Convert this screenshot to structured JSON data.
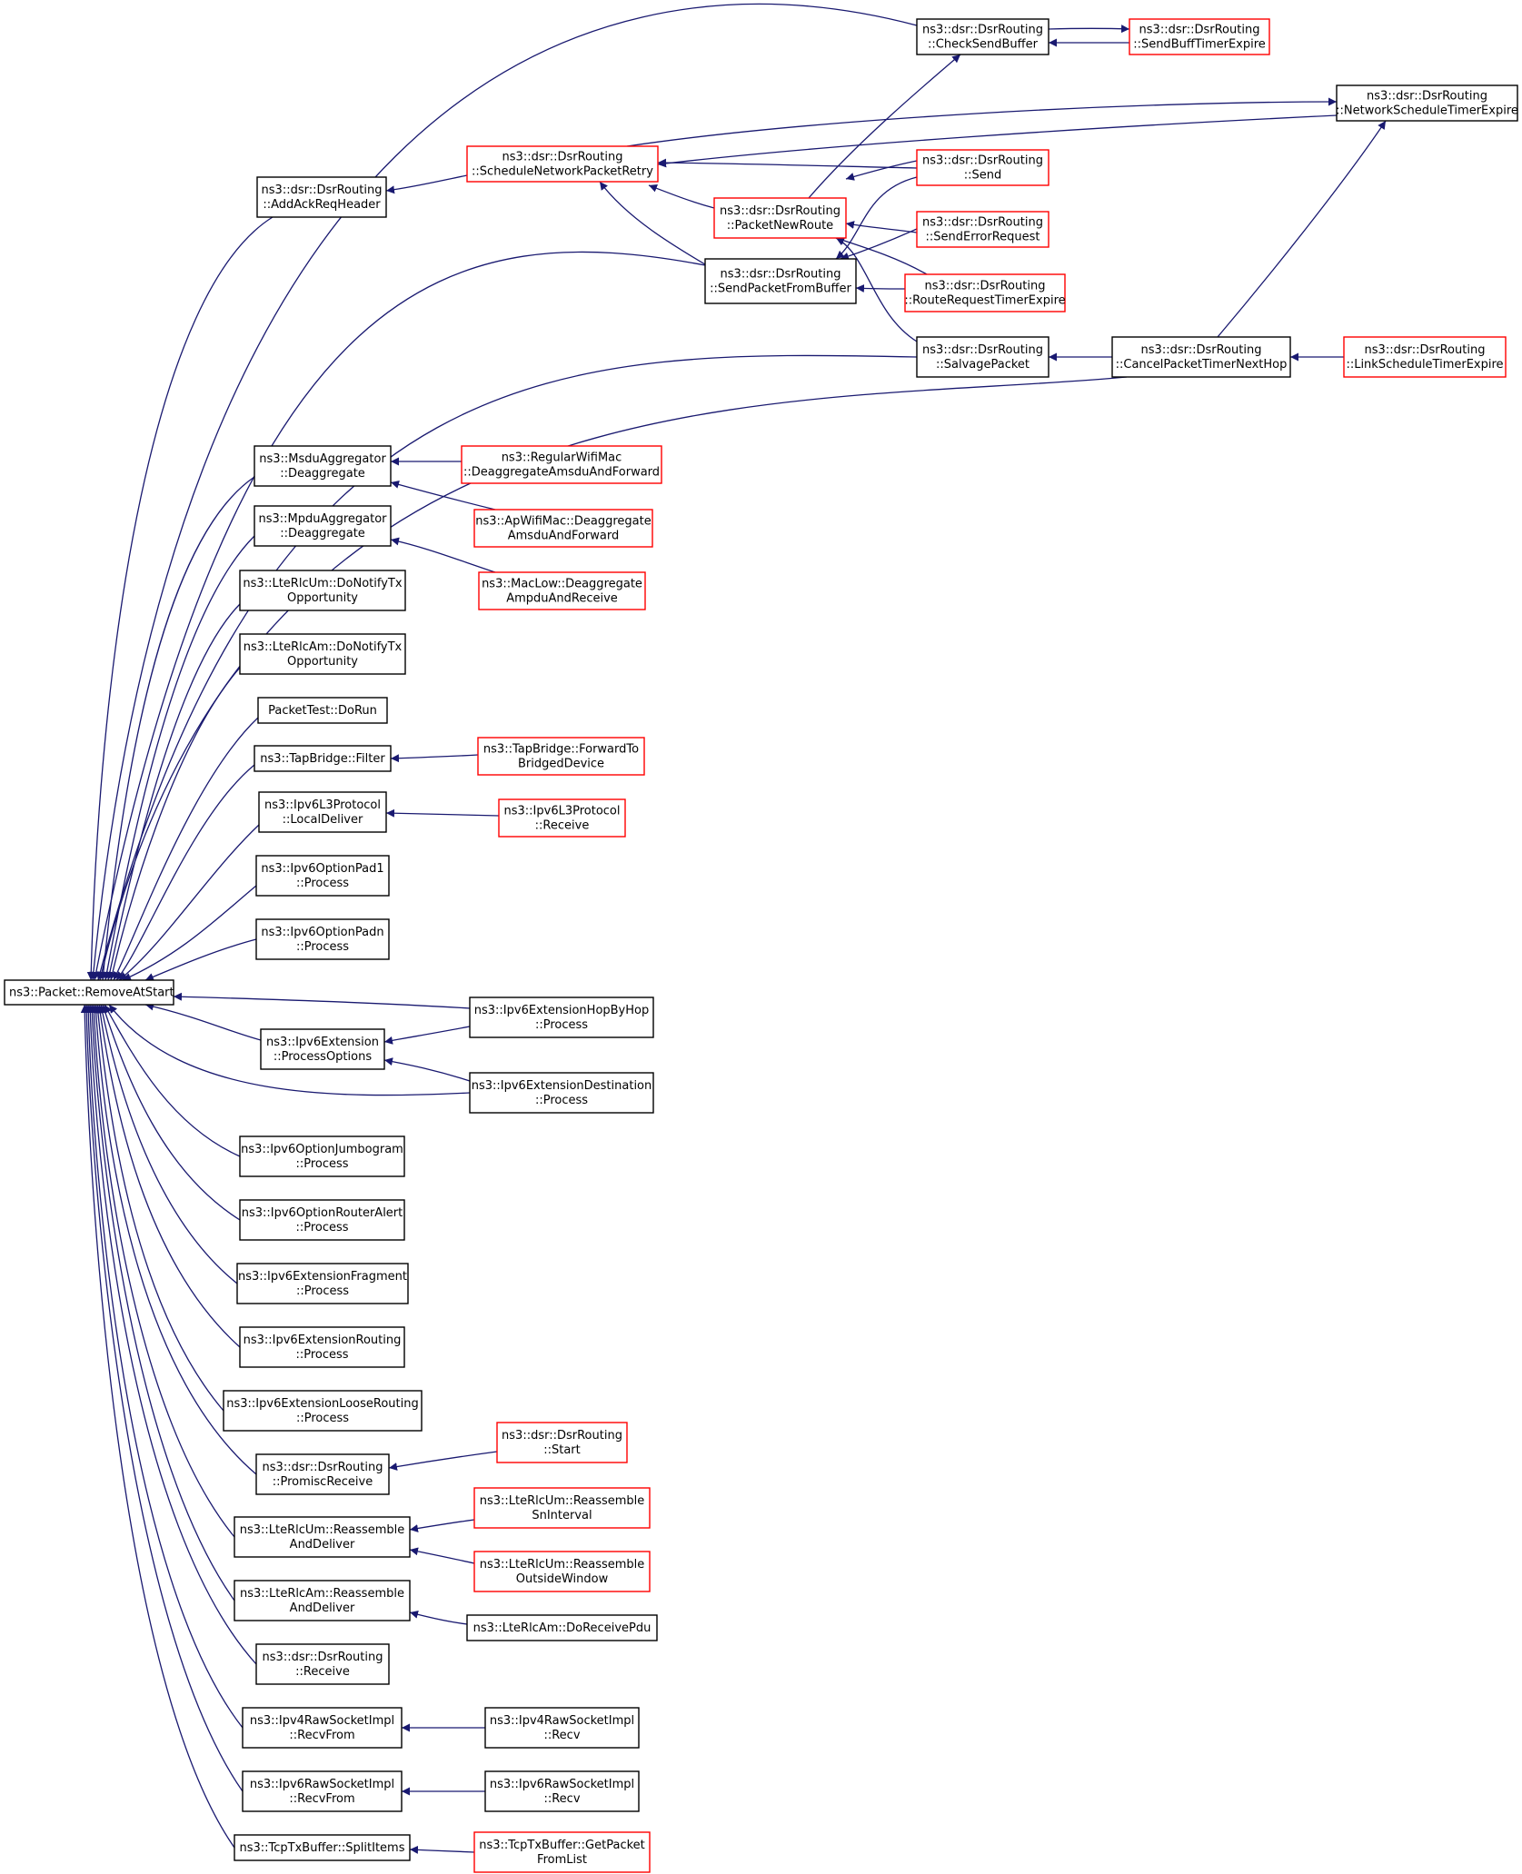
{
  "colors": {
    "edge": "#191970",
    "normal_border": "#000000",
    "link_border": "#ff0000",
    "root_fill": "#bfbfbf",
    "node_fill": "#ffffff"
  },
  "nodes": [
    {
      "id": "root",
      "lines": [
        "ns3::Packet::RemoveAtStart"
      ],
      "style": "root"
    },
    {
      "id": "csb",
      "lines": [
        "ns3::dsr::DsrRouting",
        "::CheckSendBuffer"
      ],
      "style": "normal"
    },
    {
      "id": "sbte",
      "lines": [
        "ns3::dsr::DsrRouting",
        "::SendBuffTimerExpire"
      ],
      "style": "link"
    },
    {
      "id": "nste",
      "lines": [
        "ns3::dsr::DsrRouting",
        "::NetworkScheduleTimerExpire"
      ],
      "style": "normal"
    },
    {
      "id": "aarh",
      "lines": [
        "ns3::dsr::DsrRouting",
        "::AddAckReqHeader"
      ],
      "style": "normal"
    },
    {
      "id": "snpr",
      "lines": [
        "ns3::dsr::DsrRouting",
        "::ScheduleNetworkPacketRetry"
      ],
      "style": "link"
    },
    {
      "id": "send",
      "lines": [
        "ns3::dsr::DsrRouting",
        "::Send"
      ],
      "style": "link"
    },
    {
      "id": "pnr",
      "lines": [
        "ns3::dsr::DsrRouting",
        "::PacketNewRoute"
      ],
      "style": "link"
    },
    {
      "id": "ser",
      "lines": [
        "ns3::dsr::DsrRouting",
        "::SendErrorRequest"
      ],
      "style": "link"
    },
    {
      "id": "spfb",
      "lines": [
        "ns3::dsr::DsrRouting",
        "::SendPacketFromBuffer"
      ],
      "style": "normal"
    },
    {
      "id": "rrte",
      "lines": [
        "ns3::dsr::DsrRouting",
        "::RouteRequestTimerExpire"
      ],
      "style": "link"
    },
    {
      "id": "salv",
      "lines": [
        "ns3::dsr::DsrRouting",
        "::SalvagePacket"
      ],
      "style": "normal"
    },
    {
      "id": "cptnh",
      "lines": [
        "ns3::dsr::DsrRouting",
        "::CancelPacketTimerNextHop"
      ],
      "style": "normal"
    },
    {
      "id": "lste",
      "lines": [
        "ns3::dsr::DsrRouting",
        "::LinkScheduleTimerExpire"
      ],
      "style": "link"
    },
    {
      "id": "msdu",
      "lines": [
        "ns3::MsduAggregator",
        "::Deaggregate"
      ],
      "style": "normal"
    },
    {
      "id": "rwm",
      "lines": [
        "ns3::RegularWifiMac",
        "::DeaggregateAmsduAndForward"
      ],
      "style": "link"
    },
    {
      "id": "apw",
      "lines": [
        "ns3::ApWifiMac::Deaggregate",
        "AmsduAndForward"
      ],
      "style": "link"
    },
    {
      "id": "mpdu",
      "lines": [
        "ns3::MpduAggregator",
        "::Deaggregate"
      ],
      "style": "normal"
    },
    {
      "id": "macl",
      "lines": [
        "ns3::MacLow::Deaggregate",
        "AmpduAndReceive"
      ],
      "style": "link"
    },
    {
      "id": "umtx",
      "lines": [
        "ns3::LteRlcUm::DoNotifyTx",
        "Opportunity"
      ],
      "style": "normal"
    },
    {
      "id": "amtx",
      "lines": [
        "ns3::LteRlcAm::DoNotifyTx",
        "Opportunity"
      ],
      "style": "normal"
    },
    {
      "id": "ptdr",
      "lines": [
        "PacketTest::DoRun"
      ],
      "style": "normal"
    },
    {
      "id": "tbf",
      "lines": [
        "ns3::TapBridge::Filter"
      ],
      "style": "normal"
    },
    {
      "id": "tbfw",
      "lines": [
        "ns3::TapBridge::ForwardTo",
        "BridgedDevice"
      ],
      "style": "link"
    },
    {
      "id": "ld",
      "lines": [
        "ns3::Ipv6L3Protocol",
        "::LocalDeliver"
      ],
      "style": "normal"
    },
    {
      "id": "l3r",
      "lines": [
        "ns3::Ipv6L3Protocol",
        "::Receive"
      ],
      "style": "link"
    },
    {
      "id": "pad1",
      "lines": [
        "ns3::Ipv6OptionPad1",
        "::Process"
      ],
      "style": "normal"
    },
    {
      "id": "padn",
      "lines": [
        "ns3::Ipv6OptionPadn",
        "::Process"
      ],
      "style": "normal"
    },
    {
      "id": "hbh",
      "lines": [
        "ns3::Ipv6ExtensionHopByHop",
        "::Process"
      ],
      "style": "normal"
    },
    {
      "id": "po",
      "lines": [
        "ns3::Ipv6Extension",
        "::ProcessOptions"
      ],
      "style": "normal"
    },
    {
      "id": "dest",
      "lines": [
        "ns3::Ipv6ExtensionDestination",
        "::Process"
      ],
      "style": "normal"
    },
    {
      "id": "jumbo",
      "lines": [
        "ns3::Ipv6OptionJumbogram",
        "::Process"
      ],
      "style": "normal"
    },
    {
      "id": "ra",
      "lines": [
        "ns3::Ipv6OptionRouterAlert",
        "::Process"
      ],
      "style": "normal"
    },
    {
      "id": "frag",
      "lines": [
        "ns3::Ipv6ExtensionFragment",
        "::Process"
      ],
      "style": "normal"
    },
    {
      "id": "rout",
      "lines": [
        "ns3::Ipv6ExtensionRouting",
        "::Process"
      ],
      "style": "normal"
    },
    {
      "id": "loose",
      "lines": [
        "ns3::Ipv6ExtensionLooseRouting",
        "::Process"
      ],
      "style": "normal"
    },
    {
      "id": "start",
      "lines": [
        "ns3::dsr::DsrRouting",
        "::Start"
      ],
      "style": "link"
    },
    {
      "id": "prom",
      "lines": [
        "ns3::dsr::DsrRouting",
        "::PromiscReceive"
      ],
      "style": "normal"
    },
    {
      "id": "umrad",
      "lines": [
        "ns3::LteRlcUm::Reassemble",
        "AndDeliver"
      ],
      "style": "normal"
    },
    {
      "id": "umsn",
      "lines": [
        "ns3::LteRlcUm::Reassemble",
        "SnInterval"
      ],
      "style": "link"
    },
    {
      "id": "umow",
      "lines": [
        "ns3::LteRlcUm::Reassemble",
        "OutsideWindow"
      ],
      "style": "link"
    },
    {
      "id": "amrad",
      "lines": [
        "ns3::LteRlcAm::Reassemble",
        "AndDeliver"
      ],
      "style": "normal"
    },
    {
      "id": "amdrp",
      "lines": [
        "ns3::LteRlcAm::DoReceivePdu"
      ],
      "style": "normal"
    },
    {
      "id": "recv",
      "lines": [
        "ns3::dsr::DsrRouting",
        "::Receive"
      ],
      "style": "normal"
    },
    {
      "id": "v4rf",
      "lines": [
        "ns3::Ipv4RawSocketImpl",
        "::RecvFrom"
      ],
      "style": "normal"
    },
    {
      "id": "v4r",
      "lines": [
        "ns3::Ipv4RawSocketImpl",
        "::Recv"
      ],
      "style": "normal"
    },
    {
      "id": "v6rf",
      "lines": [
        "ns3::Ipv6RawSocketImpl",
        "::RecvFrom"
      ],
      "style": "normal"
    },
    {
      "id": "v6r",
      "lines": [
        "ns3::Ipv6RawSocketImpl",
        "::Recv"
      ],
      "style": "normal"
    },
    {
      "id": "split",
      "lines": [
        "ns3::TcpTxBuffer::SplitItems"
      ],
      "style": "normal"
    },
    {
      "id": "gpfl",
      "lines": [
        "ns3::TcpTxBuffer::GetPacket",
        "FromList"
      ],
      "style": "link"
    }
  ],
  "edges": [
    {
      "from": "csb",
      "to": "root"
    },
    {
      "from": "aarh",
      "to": "root"
    },
    {
      "from": "spfb",
      "to": "root"
    },
    {
      "from": "salv",
      "to": "root"
    },
    {
      "from": "cptnh",
      "to": "root"
    },
    {
      "from": "msdu",
      "to": "root"
    },
    {
      "from": "mpdu",
      "to": "root"
    },
    {
      "from": "umtx",
      "to": "root"
    },
    {
      "from": "amtx",
      "to": "root"
    },
    {
      "from": "ptdr",
      "to": "root"
    },
    {
      "from": "tbf",
      "to": "root"
    },
    {
      "from": "ld",
      "to": "root"
    },
    {
      "from": "pad1",
      "to": "root"
    },
    {
      "from": "padn",
      "to": "root"
    },
    {
      "from": "hbh",
      "to": "root"
    },
    {
      "from": "po",
      "to": "root"
    },
    {
      "from": "dest",
      "to": "root"
    },
    {
      "from": "jumbo",
      "to": "root"
    },
    {
      "from": "ra",
      "to": "root"
    },
    {
      "from": "frag",
      "to": "root"
    },
    {
      "from": "rout",
      "to": "root"
    },
    {
      "from": "loose",
      "to": "root"
    },
    {
      "from": "prom",
      "to": "root"
    },
    {
      "from": "umrad",
      "to": "root"
    },
    {
      "from": "amrad",
      "to": "root"
    },
    {
      "from": "recv",
      "to": "root"
    },
    {
      "from": "v4rf",
      "to": "root"
    },
    {
      "from": "v6rf",
      "to": "root"
    },
    {
      "from": "split",
      "to": "root"
    },
    {
      "from": "sbte",
      "to": "csb"
    },
    {
      "from": "csb",
      "to": "sbte"
    },
    {
      "from": "snpr",
      "to": "aarh"
    },
    {
      "from": "nste",
      "to": "snpr"
    },
    {
      "from": "send",
      "to": "snpr"
    },
    {
      "from": "pnr",
      "to": "snpr"
    },
    {
      "from": "spfb",
      "to": "snpr"
    },
    {
      "from": "snpr",
      "to": "nste"
    },
    {
      "from": "send",
      "to": "pnr"
    },
    {
      "from": "ser",
      "to": "pnr"
    },
    {
      "from": "rrte",
      "to": "pnr"
    },
    {
      "from": "salv",
      "to": "pnr"
    },
    {
      "from": "pnr",
      "to": "csb"
    },
    {
      "from": "send",
      "to": "spfb"
    },
    {
      "from": "ser",
      "to": "spfb"
    },
    {
      "from": "rrte",
      "to": "spfb"
    },
    {
      "from": "cptnh",
      "to": "salv"
    },
    {
      "from": "lste",
      "to": "cptnh"
    },
    {
      "from": "cptnh",
      "to": "nste"
    },
    {
      "from": "rwm",
      "to": "msdu"
    },
    {
      "from": "apw",
      "to": "msdu"
    },
    {
      "from": "macl",
      "to": "mpdu"
    },
    {
      "from": "tbfw",
      "to": "tbf"
    },
    {
      "from": "l3r",
      "to": "ld"
    },
    {
      "from": "hbh",
      "to": "po"
    },
    {
      "from": "dest",
      "to": "po"
    },
    {
      "from": "start",
      "to": "prom"
    },
    {
      "from": "umsn",
      "to": "umrad"
    },
    {
      "from": "umow",
      "to": "umrad"
    },
    {
      "from": "amdrp",
      "to": "amrad"
    },
    {
      "from": "v4r",
      "to": "v4rf"
    },
    {
      "from": "v6r",
      "to": "v6rf"
    },
    {
      "from": "gpfl",
      "to": "split"
    }
  ]
}
